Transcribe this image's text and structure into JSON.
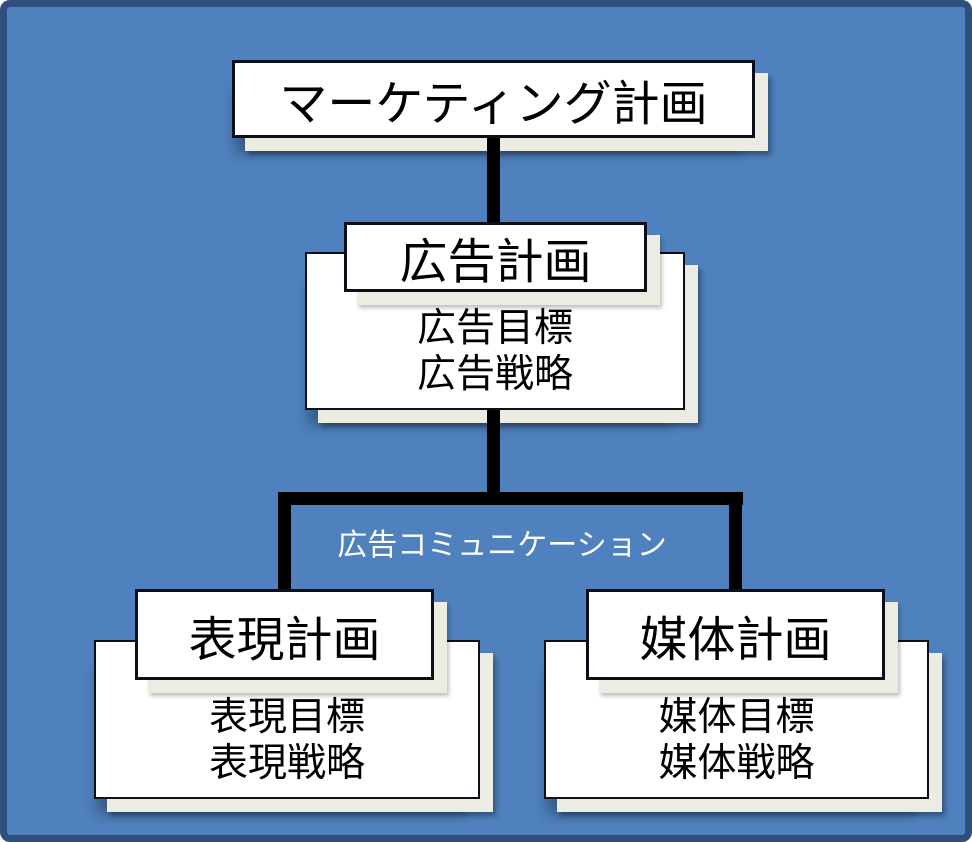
{
  "colors": {
    "background": "#4E81BD",
    "frame_border": "#2E4E7C",
    "box_fill": "#FFFFFF",
    "box_border": "#0B0F1A",
    "shadow_fill": "#EDECE2",
    "connector": "#000000",
    "connector_label_color": "#FFFFFF",
    "text_color": "#000000"
  },
  "nodes": {
    "marketing": {
      "title": "マーケティング計画"
    },
    "advertising": {
      "title": "広告計画",
      "lines": [
        "広告目標",
        "広告戦略"
      ]
    },
    "expression": {
      "title": "表現計画",
      "lines": [
        "表現目標",
        "表現戦略"
      ]
    },
    "media": {
      "title": "媒体計画",
      "lines": [
        "媒体目標",
        "媒体戦略"
      ]
    }
  },
  "connector_label": "広告コミュニケーション"
}
